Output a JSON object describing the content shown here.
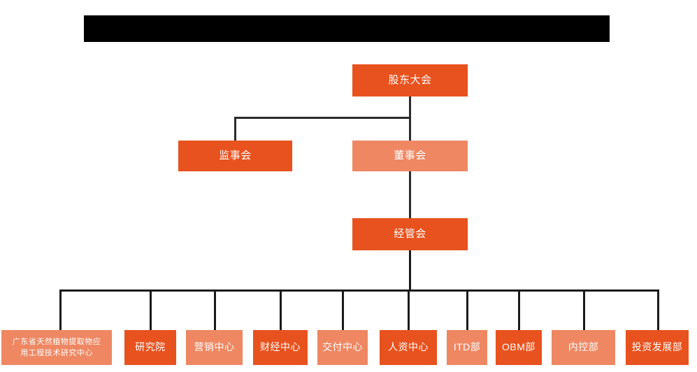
{
  "chart": {
    "title_bar": {
      "name": "redacted-title-bar",
      "text": ""
    },
    "colors": {
      "accent_dark": "#E8521E",
      "accent_light": "#EE8762",
      "connector": "#1a1a1a",
      "redaction": "#000000",
      "background": "#ffffff",
      "node_text": "#ffffff"
    },
    "levels": [
      {
        "level": 1,
        "nodes": [
          {
            "id": "shareholders-meeting",
            "label": "股东大会",
            "tone": "dark"
          }
        ]
      },
      {
        "level": 2,
        "nodes": [
          {
            "id": "board-of-supervisors",
            "label": "监事会",
            "tone": "dark"
          },
          {
            "id": "board-of-directors",
            "label": "董事会",
            "tone": "light"
          }
        ]
      },
      {
        "level": 3,
        "nodes": [
          {
            "id": "management-committee",
            "label": "经管会",
            "tone": "dark"
          }
        ]
      },
      {
        "level": 4,
        "nodes": [
          {
            "id": "guangdong-research-center",
            "label": "广东省天然植物提取物应\n用工程技术研究中心",
            "line1": "广东省天然植物提取物应",
            "line2": "用工程技术研究中心",
            "tone": "light"
          },
          {
            "id": "research-institute",
            "label": "研究院",
            "tone": "dark"
          },
          {
            "id": "marketing-center",
            "label": "营销中心",
            "tone": "light"
          },
          {
            "id": "finance-center",
            "label": "财经中心",
            "tone": "dark"
          },
          {
            "id": "delivery-center",
            "label": "交付中心",
            "tone": "light"
          },
          {
            "id": "hr-center",
            "label": "人资中心",
            "tone": "dark"
          },
          {
            "id": "itd-department",
            "label": "ITD部",
            "tone": "light"
          },
          {
            "id": "obm-department",
            "label": "OBM部",
            "tone": "dark"
          },
          {
            "id": "internal-control-department",
            "label": "内控部",
            "tone": "light"
          },
          {
            "id": "investment-development-department",
            "label": "投资发展部",
            "tone": "dark"
          }
        ]
      }
    ]
  }
}
